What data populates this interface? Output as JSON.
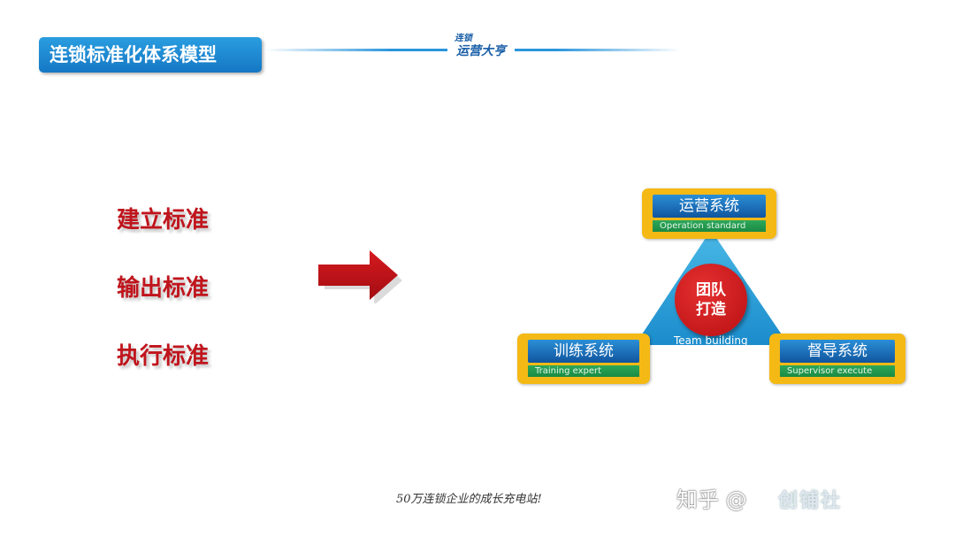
{
  "header": {
    "title": "连锁标准化体系模型"
  },
  "logo": {
    "line1": "连锁",
    "line2": "运营大亨"
  },
  "standards": [
    "建立标准",
    "输出标准",
    "执行标准"
  ],
  "diagram": {
    "top": {
      "title": "运营系统",
      "subtitle": "Operation standard"
    },
    "left": {
      "title": "训练系统",
      "subtitle": "Training expert"
    },
    "right": {
      "title": "督导系统",
      "subtitle": "Supervisor execute"
    },
    "center": {
      "line1": "团队",
      "line2": "打造",
      "caption": "Team building"
    },
    "colors": {
      "frame": "#f5b915",
      "header": "#11559f",
      "sub": "#1b8a43",
      "triangle": "#2a9fd6",
      "circle": "#c4151a"
    }
  },
  "footer": "50万连锁企业的成长充电站!",
  "watermark": {
    "text": "知乎 @",
    "logo": "创铺社"
  }
}
